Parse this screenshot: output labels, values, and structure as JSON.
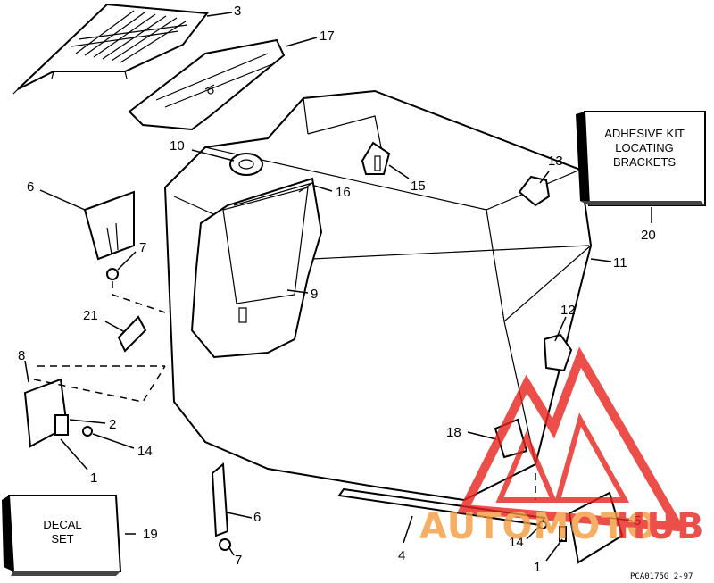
{
  "callouts": [
    {
      "key": "c3",
      "text": "3"
    },
    {
      "key": "c17",
      "text": "17"
    },
    {
      "key": "c10",
      "text": "10"
    },
    {
      "key": "c13",
      "text": "13"
    },
    {
      "key": "c15",
      "text": "15"
    },
    {
      "key": "c16",
      "text": "16"
    },
    {
      "key": "c6a",
      "text": "6"
    },
    {
      "key": "c7a",
      "text": "7"
    },
    {
      "key": "c9",
      "text": "9"
    },
    {
      "key": "c11",
      "text": "11"
    },
    {
      "key": "c20",
      "text": "20"
    },
    {
      "key": "c21",
      "text": "21"
    },
    {
      "key": "c8",
      "text": "8"
    },
    {
      "key": "c2",
      "text": "2"
    },
    {
      "key": "c14a",
      "text": "14"
    },
    {
      "key": "c1a",
      "text": "1"
    },
    {
      "key": "c12",
      "text": "12"
    },
    {
      "key": "c18",
      "text": "18"
    },
    {
      "key": "c6b",
      "text": "6"
    },
    {
      "key": "c7b",
      "text": "7"
    },
    {
      "key": "c19",
      "text": "19"
    },
    {
      "key": "c4",
      "text": "4"
    },
    {
      "key": "c5",
      "text": "5"
    },
    {
      "key": "c14b",
      "text": "14"
    },
    {
      "key": "c1b",
      "text": "1"
    }
  ],
  "boxes": {
    "adhesive_kit": [
      "ADHESIVE KIT",
      "LOCATING",
      "BRACKETS"
    ],
    "decal_set": [
      "DECAL",
      "SET"
    ]
  },
  "drawing_code": "PCA0175G   2-97",
  "watermark": {
    "text_part1": "AUTOMOTO",
    "text_part2": "HUB",
    "color": "#e8221c",
    "color_light": "#f39c3f"
  }
}
